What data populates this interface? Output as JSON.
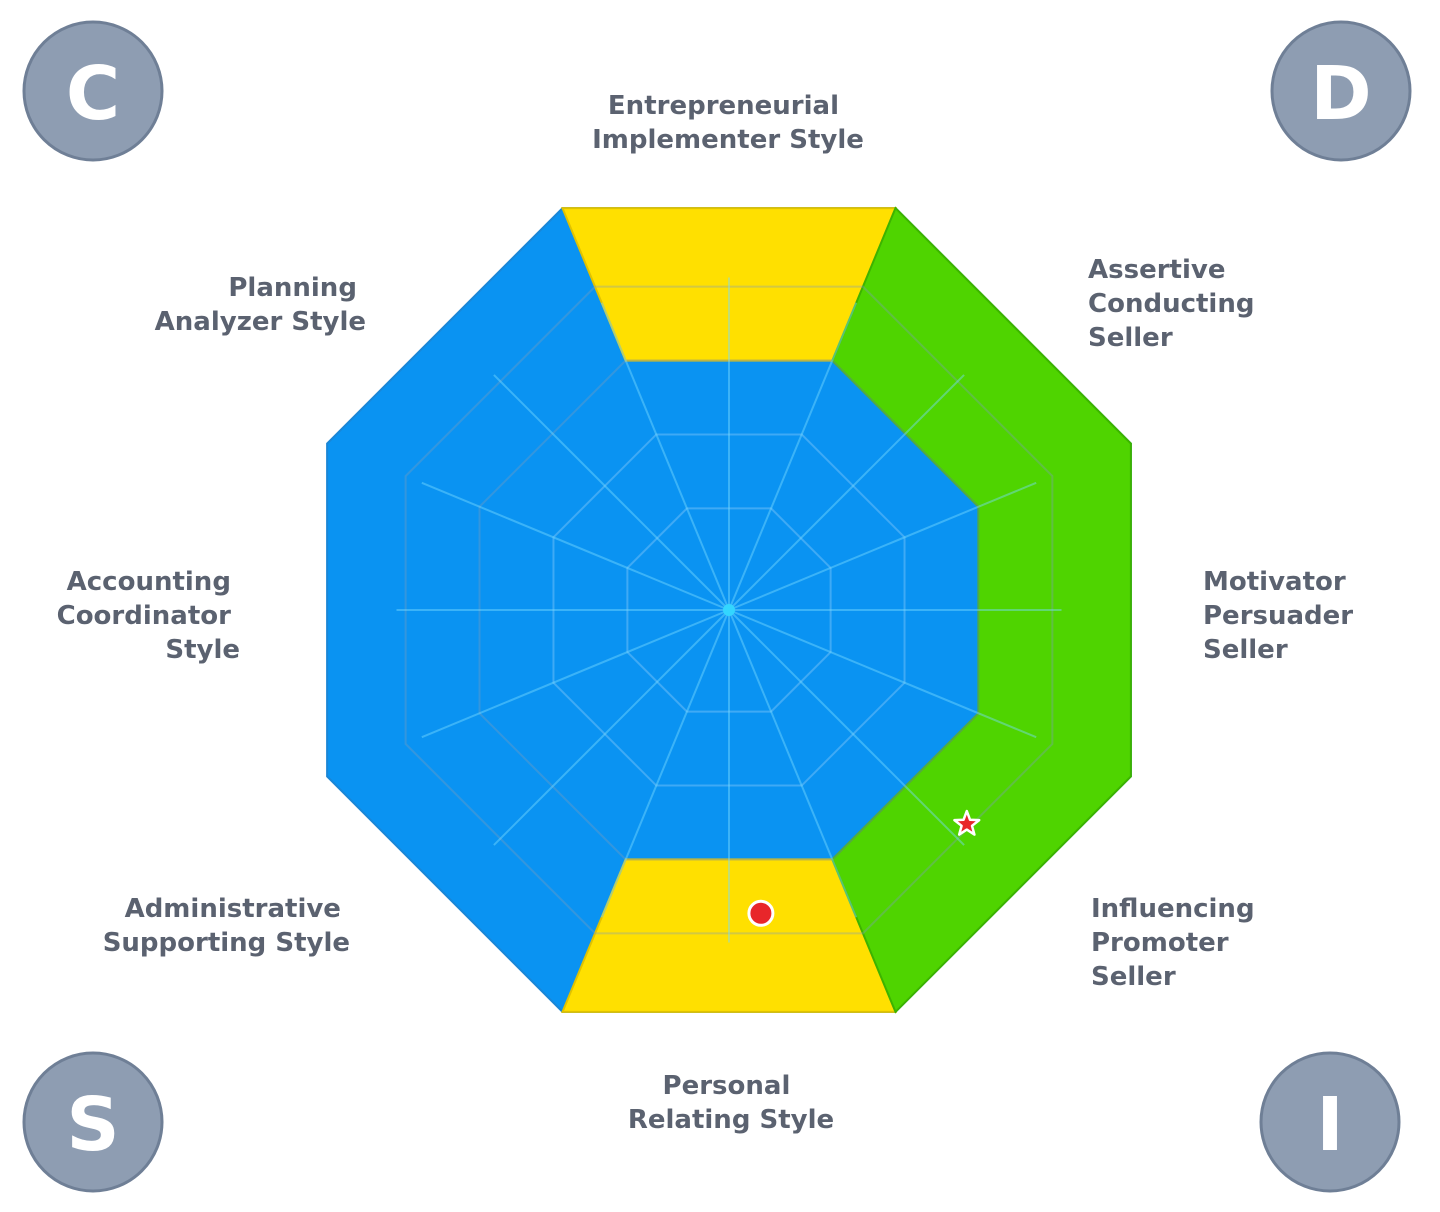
{
  "corners": {
    "top_left": "C",
    "top_right": "D",
    "bottom_left": "S",
    "bottom_right": "I"
  },
  "labels": {
    "top": [
      "Entrepreneurial",
      "Implementer Style"
    ],
    "top_right": [
      "Assertive",
      "Conducting",
      "Seller"
    ],
    "right": [
      "Motivator",
      "Persuader",
      "Seller"
    ],
    "bottom_right": [
      "Influencing",
      "Promoter",
      "Seller"
    ],
    "bottom": [
      "Personal",
      "Relating Style"
    ],
    "bottom_left": [
      "Administrative",
      "Supporting Style"
    ],
    "left": [
      "Accounting",
      "Coordinator",
      "Style"
    ],
    "top_left": [
      "Planning",
      "Analyzer Style"
    ]
  },
  "markers": {
    "circle": {
      "shape": "circle",
      "color": "#e8262a",
      "ring": 4,
      "angle_deg": 6
    },
    "star": {
      "shape": "star",
      "color": "#e8262a",
      "ring": 4,
      "angle_deg": 132
    }
  },
  "colors": {
    "blue": "#0a93f2",
    "green": "#4fd400",
    "yellow": "#ffe000",
    "corner_badge": "#8e9db2",
    "label_text": "#5b6270"
  }
}
